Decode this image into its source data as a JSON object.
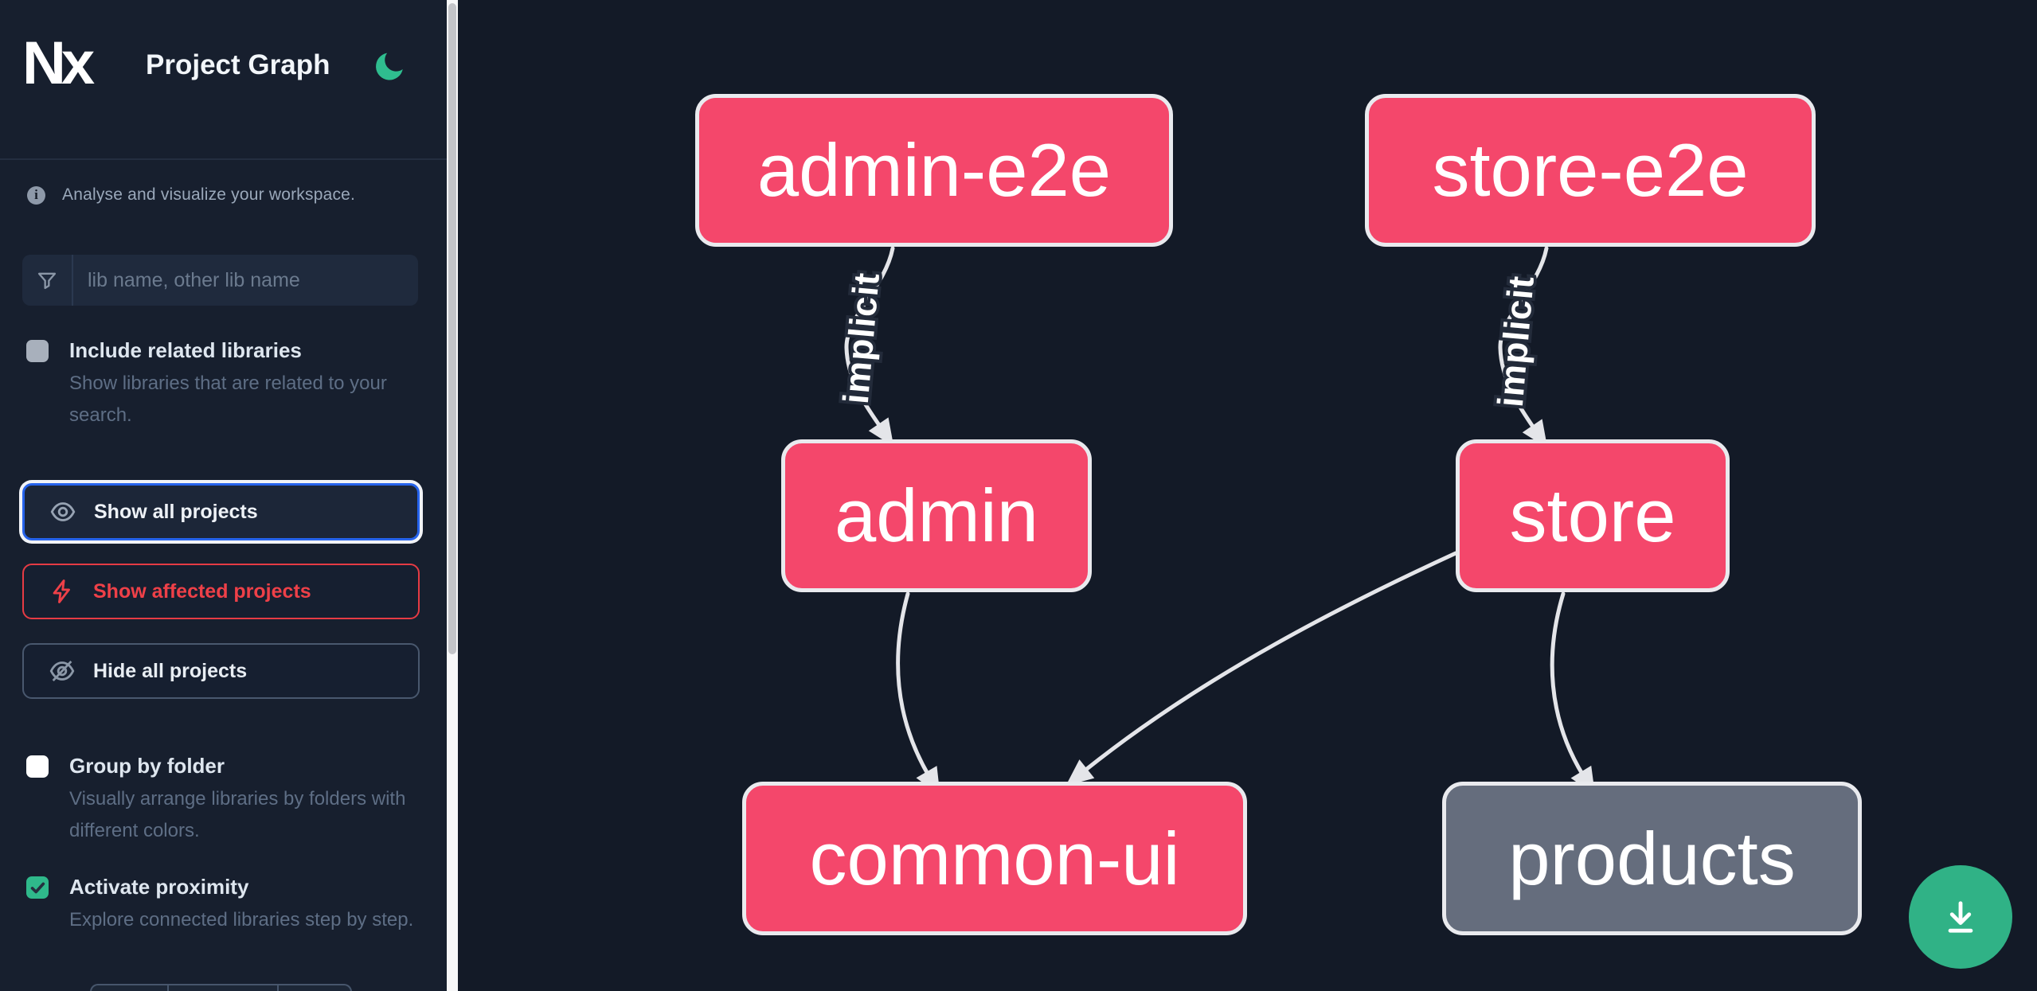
{
  "app": {
    "logo_text": "Nx",
    "title": "Project Graph"
  },
  "sidebar": {
    "tagline": "Analyse and visualize your workspace.",
    "search_placeholder": "lib name, other lib name",
    "options": [
      {
        "label": "Include related libraries",
        "description": "Show libraries that are related to your search.",
        "checked": false
      },
      {
        "label": "Group by folder",
        "description": "Visually arrange libraries by folders with different colors.",
        "checked": false
      },
      {
        "label": "Activate proximity",
        "description": "Explore connected libraries step by step.",
        "checked": true
      }
    ],
    "actions": [
      {
        "label": "Show all projects",
        "icon": "eye-icon"
      },
      {
        "label": "Show affected projects",
        "icon": "bolt-icon"
      },
      {
        "label": "Hide all projects",
        "icon": "eye-off-icon"
      }
    ]
  },
  "graph": {
    "nodes": [
      {
        "label": "admin-e2e",
        "color": "pink"
      },
      {
        "label": "store-e2e",
        "color": "pink"
      },
      {
        "label": "admin",
        "color": "pink"
      },
      {
        "label": "store",
        "color": "pink"
      },
      {
        "label": "common-ui",
        "color": "pink"
      },
      {
        "label": "products",
        "color": "gray"
      }
    ],
    "edges": [
      {
        "from": "admin-e2e",
        "to": "admin",
        "label": "implicit"
      },
      {
        "from": "store-e2e",
        "to": "store",
        "label": "implicit"
      },
      {
        "from": "admin",
        "to": "common-ui",
        "label": ""
      },
      {
        "from": "store",
        "to": "common-ui",
        "label": ""
      },
      {
        "from": "store",
        "to": "products",
        "label": ""
      }
    ]
  },
  "fab": {
    "icon": "download-icon"
  },
  "colors": {
    "node_pink": "#f4476b",
    "node_gray": "#656d7d",
    "node_border": "#e9eaee",
    "edge_gray": "#e4e5e9",
    "accent_green": "#2fb98b",
    "focus_blue": "#2663eb",
    "affected_red": "#ee4048",
    "sidebar_bg": "#171f2e",
    "canvas_bg": "#131a27"
  }
}
